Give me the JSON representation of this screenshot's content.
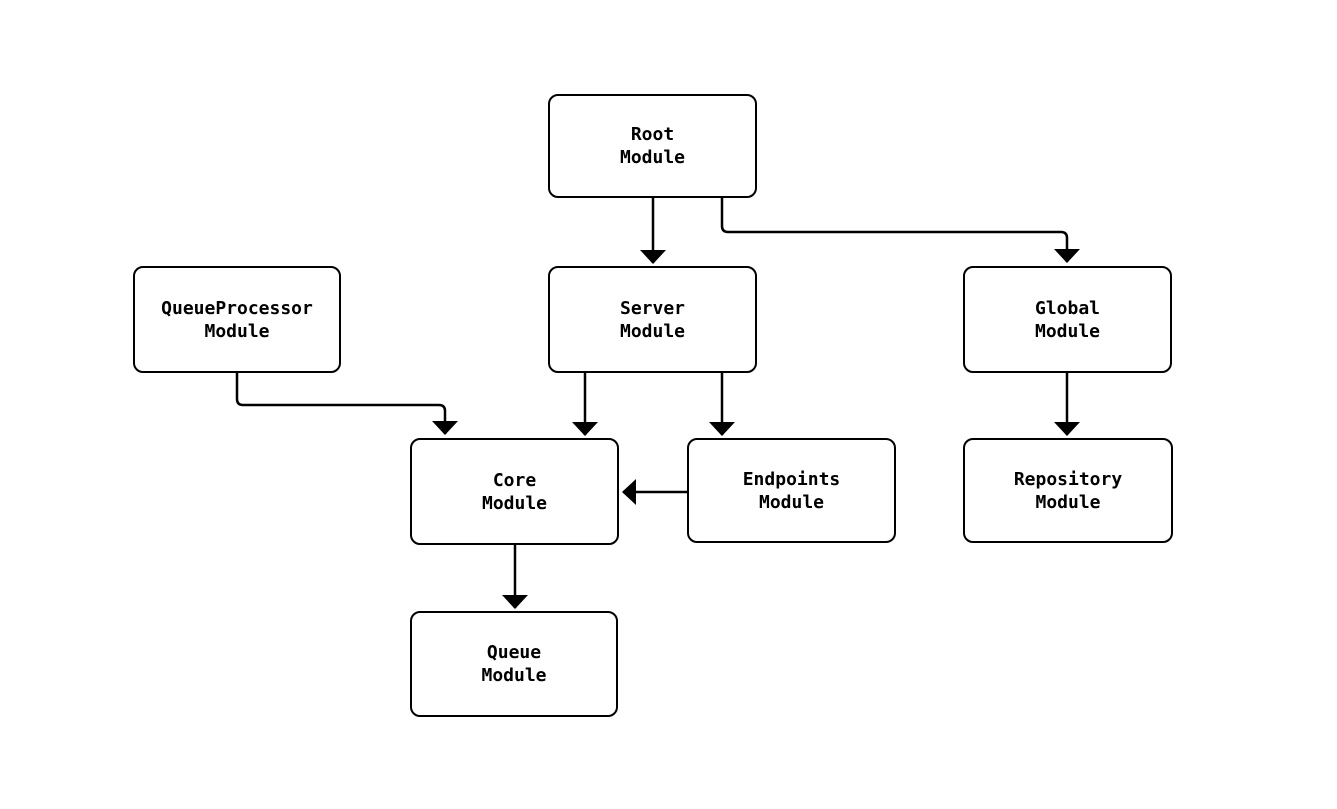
{
  "diagram": {
    "type": "flowchart",
    "colors": {
      "background": "#ffffff",
      "node_fill": "#ffffff",
      "stroke": "#000000",
      "text": "#000000"
    },
    "nodes": {
      "root": {
        "line1": "Root",
        "line2": "Module"
      },
      "queue_processor": {
        "line1": "QueueProcessor",
        "line2": "Module"
      },
      "server": {
        "line1": "Server",
        "line2": "Module"
      },
      "global": {
        "line1": "Global",
        "line2": "Module"
      },
      "core": {
        "line1": "Core",
        "line2": "Module"
      },
      "endpoints": {
        "line1": "Endpoints",
        "line2": "Module"
      },
      "repository": {
        "line1": "Repository",
        "line2": "Module"
      },
      "queue": {
        "line1": "Queue",
        "line2": "Module"
      }
    },
    "edges": [
      {
        "from": "Root Module",
        "to": "Server Module"
      },
      {
        "from": "Root Module",
        "to": "Global Module"
      },
      {
        "from": "QueueProcessor Module",
        "to": "Core Module"
      },
      {
        "from": "Server Module",
        "to": "Core Module"
      },
      {
        "from": "Server Module",
        "to": "Endpoints Module"
      },
      {
        "from": "Endpoints Module",
        "to": "Core Module"
      },
      {
        "from": "Global Module",
        "to": "Repository Module"
      },
      {
        "from": "Core Module",
        "to": "Queue Module"
      }
    ]
  }
}
